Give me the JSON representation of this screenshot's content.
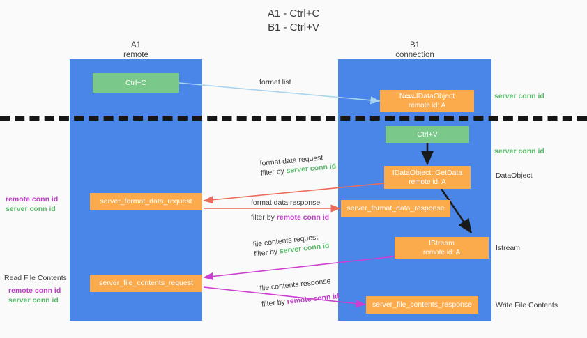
{
  "title": {
    "line1": "A1 - Ctrl+C",
    "line2": "B1 - Ctrl+V"
  },
  "lanes": [
    {
      "id": "a1",
      "name": "A1",
      "sub": "remote",
      "color": "#4a86e8"
    },
    {
      "id": "b1",
      "name": "B1",
      "sub": "connection",
      "color": "#4a86e8"
    }
  ],
  "boxes": {
    "ctrl_c": {
      "l1": "Ctrl+C",
      "l2": "",
      "color": "#7bc98a"
    },
    "ctrl_v": {
      "l1": "Ctrl+V",
      "l2": "",
      "color": "#7bc98a"
    },
    "new_idataobject": {
      "l1": "N̶e̶w̶ IDataObject",
      "l2": "remote id: A",
      "color": "#fbab4c"
    },
    "idataobject_getdata": {
      "l1": "IDataObject::GetData",
      "l2": "remote id: A",
      "color": "#fbab4c"
    },
    "istream": {
      "l1": "IStream",
      "l2": "remote id: A",
      "color": "#fbab4c"
    },
    "server_format_data_request": {
      "l1": "server_format_data_request",
      "l2": "",
      "color": "#fbab4c"
    },
    "server_format_data_response": {
      "l1": "server_format_data_response",
      "l2": "",
      "color": "#fbab4c"
    },
    "server_file_contents_request": {
      "l1": "server_file_contents_request",
      "l2": "",
      "color": "#fbab4c"
    },
    "server_file_contents_response": {
      "l1": "server_file_contents_response",
      "l2": "",
      "color": "#fbab4c"
    }
  },
  "edges": {
    "format_list": {
      "label": "format list"
    },
    "format_data_request": {
      "label": "format data request",
      "filter_prefix": "filter by ",
      "filter_id": "server conn id"
    },
    "format_data_response": {
      "label": "format data response",
      "filter_prefix": "filter by ",
      "filter_id": "remote conn id"
    },
    "file_contents_request": {
      "label": "file contents request",
      "filter_prefix": "filter by ",
      "filter_id": "server conn id"
    },
    "file_contents_response": {
      "label": "file contents response",
      "filter_prefix": "filter by ",
      "filter_id": "remote conn id"
    }
  },
  "right_annotations": [
    {
      "id": "server-conn-id-1",
      "text": "server conn id",
      "kind": "green"
    },
    {
      "id": "server-conn-id-2",
      "text": "server conn id",
      "kind": "green"
    },
    {
      "id": "dataobject",
      "text": "DataObject",
      "kind": "plain"
    },
    {
      "id": "istream",
      "text": "Istream",
      "kind": "plain"
    },
    {
      "id": "write-file-contents",
      "text": "Write File Contents",
      "kind": "plain"
    }
  ],
  "left_annotations": [
    {
      "id": "remote-conn-id-1",
      "text": "remote conn id",
      "kind": "purple"
    },
    {
      "id": "server-conn-id-3",
      "text": "server conn id",
      "kind": "green"
    },
    {
      "id": "read-file-contents",
      "text": "Read File Contents",
      "kind": "plain"
    },
    {
      "id": "remote-conn-id-2",
      "text": "remote conn id",
      "kind": "purple"
    },
    {
      "id": "server-conn-id-4",
      "text": "server conn id",
      "kind": "green"
    }
  ],
  "colors": {
    "lane": "#4a86e8",
    "green_box": "#7bc98a",
    "orange_box": "#fbab4c",
    "green_text": "#57bb6a",
    "purple_text": "#c13ccb",
    "arrow_light_blue": "#a8d4f0",
    "arrow_red": "#ed6b5a",
    "arrow_magenta": "#cc3fd0",
    "arrow_black": "#1a1a1a",
    "dash_line": "#161616",
    "background": "#fafafa"
  }
}
